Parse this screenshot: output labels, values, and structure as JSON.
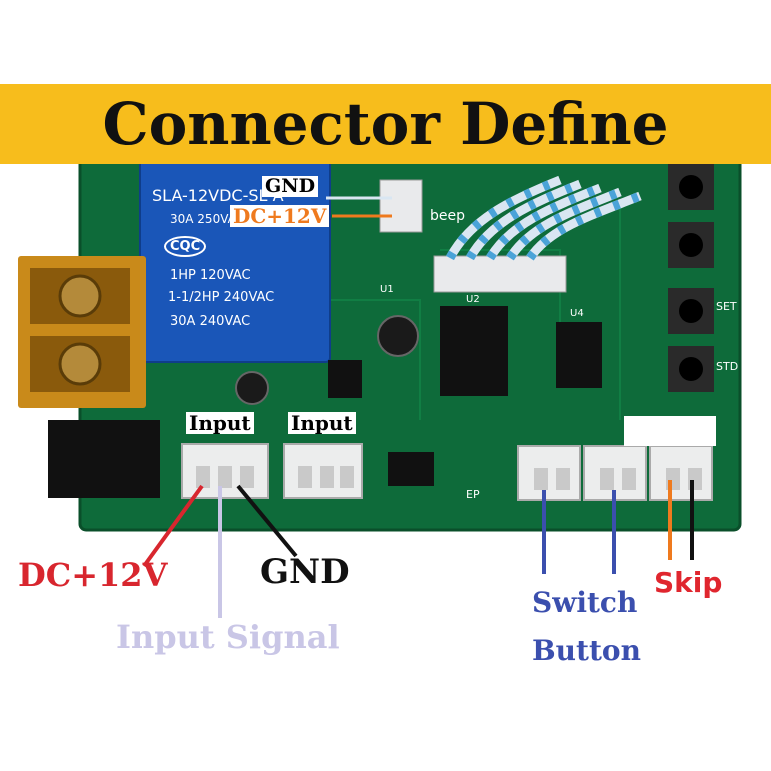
{
  "title": "Connector Define",
  "board_tags": {
    "gnd": "GND",
    "dc12v": "DC+12V",
    "input_left": "Input",
    "input_right": "Input"
  },
  "relay": {
    "model": "SLA-12VDC-SL-A",
    "rating_1": "30A 250VAC",
    "cert": "CQC",
    "rating_2": "1HP 120VAC",
    "rating_3": "1-1/2HP 240VAC",
    "rating_4": "30A 240VAC"
  },
  "silkscreen": {
    "beep": "beep",
    "set": "SET",
    "std": "STD",
    "u1": "U1",
    "u2": "U2",
    "u4": "U4",
    "ep": "EP"
  },
  "callouts": {
    "dc12v": "DC+12V",
    "input_signal": "Input Signal",
    "gnd": "GND",
    "switch_button_1": "Switch",
    "switch_button_2": "Button",
    "skip": "Skip"
  },
  "colors": {
    "banner": "#f7bd1c",
    "pcb": "#0e6b3a",
    "relay": "#1a56b8",
    "dc12v": "#d8262e",
    "input_signal": "#c9c6e6",
    "gnd": "#111111",
    "switch_button": "#3b4fae",
    "skip_text": "#e0262e",
    "skip_wire_orange": "#ef7a1e",
    "tag_orange": "#ef7a1e"
  }
}
